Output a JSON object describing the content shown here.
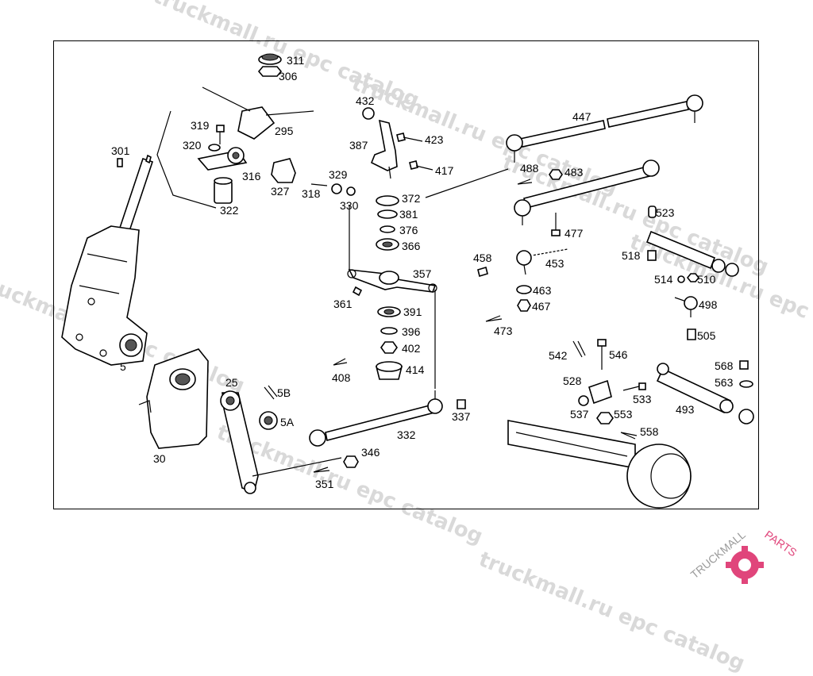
{
  "watermark": {
    "w1": "truckmall.ru epc catalog",
    "w2": "truckmall.ru epc catalog",
    "w3": "truckmall.ru epc catalog",
    "w4": "truckmall.ru epc catalog",
    "w5": "truckmall.ru epc catalog",
    "w6": "truckmall.ru epc catalog"
  },
  "logo": {
    "text_a": "TRUCKMALL",
    "text_b": "PARTS",
    "color_a": "#9a9a9a",
    "color_b": "#e0457b"
  },
  "labels": {
    "p311": "311",
    "p306": "306",
    "p295": "295",
    "p319": "319",
    "p320": "320",
    "p301": "301",
    "p316": "316",
    "p327": "327",
    "p318": "318",
    "p329": "329",
    "p330": "330",
    "p322": "322",
    "p432": "432",
    "p387": "387",
    "p423": "423",
    "p417": "417",
    "p372": "372",
    "p381": "381",
    "p376": "376",
    "p366": "366",
    "p357": "357",
    "p361": "361",
    "p391": "391",
    "p396": "396",
    "p402": "402",
    "p414": "414",
    "p408": "408",
    "p447": "447",
    "p488": "488",
    "p483": "483",
    "p477": "477",
    "p523": "523",
    "p518": "518",
    "p514": "514",
    "p510": "510",
    "p498": "498",
    "p505": "505",
    "p458": "458",
    "p453": "453",
    "p463": "463",
    "p467": "467",
    "p473": "473",
    "p542": "542",
    "p546": "546",
    "p528": "528",
    "p533": "533",
    "p537": "537",
    "p553": "553",
    "p558": "558",
    "p568": "568",
    "p563": "563",
    "p493": "493",
    "p5": "5",
    "p30": "30",
    "p25": "25",
    "p5B": "5B",
    "p5A": "5A",
    "p332": "332",
    "p337": "337",
    "p346": "346",
    "p351": "351"
  }
}
